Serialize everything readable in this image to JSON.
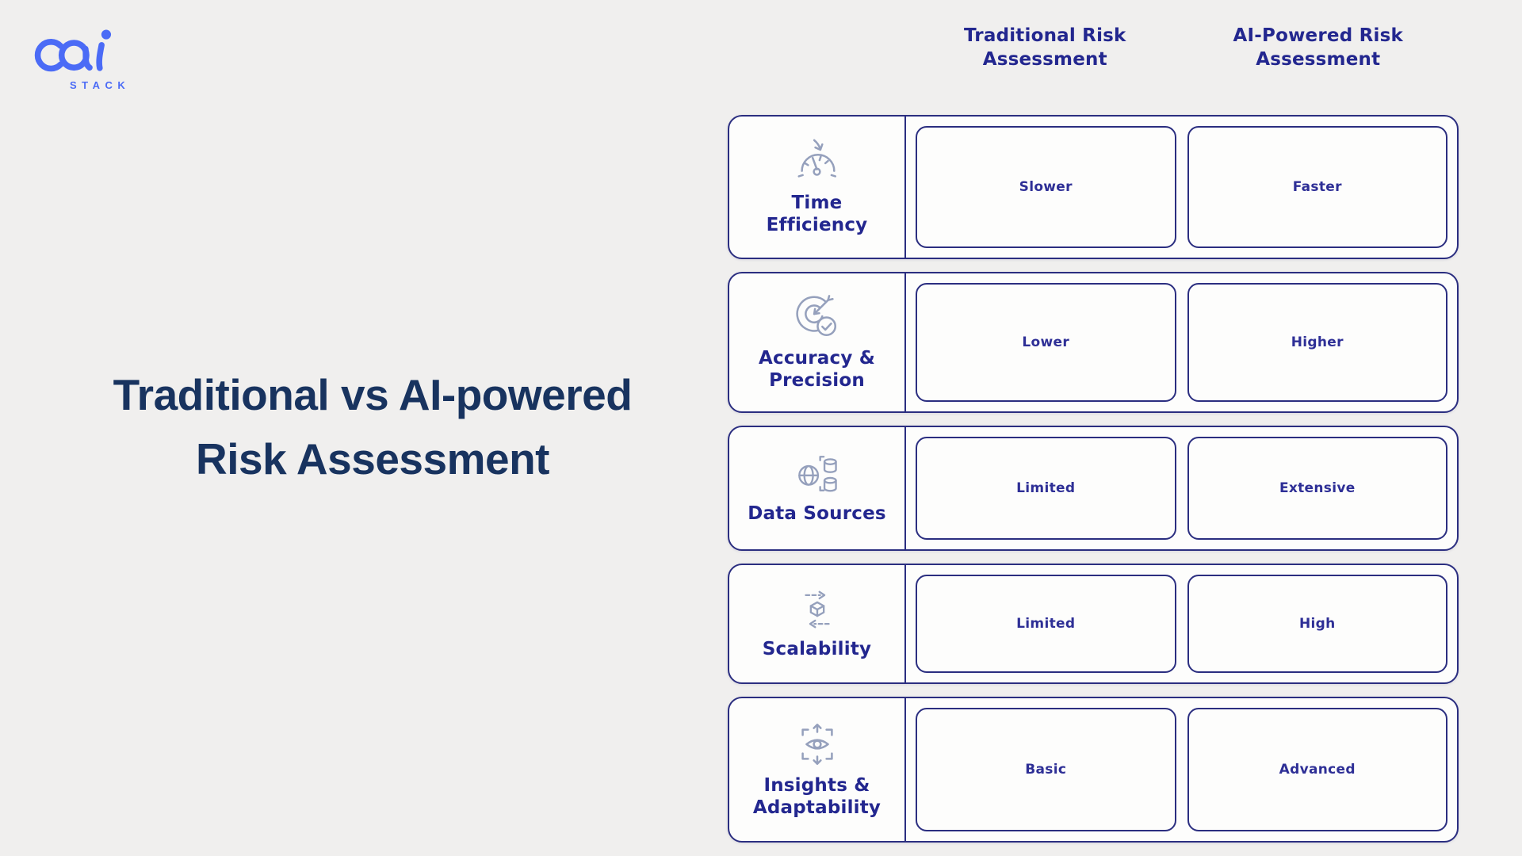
{
  "background_color": "#f0efee",
  "logo": {
    "brand": "cai",
    "subtext": "STACK",
    "color": "#4b6bf6"
  },
  "title": {
    "line1": "Traditional vs AI-powered",
    "line2": "Risk Assessment",
    "color": "#18335f"
  },
  "comparison": {
    "border_color": "#2b2e80",
    "label_color": "#23278f",
    "value_color": "#2e2f96",
    "icon_color": "#95a0bc",
    "columns": [
      {
        "label": "Traditional Risk Assessment"
      },
      {
        "label": "AI-Powered Risk Assessment"
      }
    ],
    "rows": [
      {
        "feature": "Time Efficiency",
        "icon": "speedometer-icon",
        "traditional": "Slower",
        "ai_powered": "Faster"
      },
      {
        "feature": "Accuracy & Precision",
        "icon": "target-check-icon",
        "traditional": "Lower",
        "ai_powered": "Higher"
      },
      {
        "feature": "Data Sources",
        "icon": "globe-database-icon",
        "traditional": "Limited",
        "ai_powered": "Extensive"
      },
      {
        "feature": "Scalability",
        "icon": "cube-arrows-icon",
        "traditional": "Limited",
        "ai_powered": "High"
      },
      {
        "feature": "Insights & Adaptability",
        "icon": "eye-arrows-icon",
        "traditional": "Basic",
        "ai_powered": "Advanced"
      }
    ]
  }
}
